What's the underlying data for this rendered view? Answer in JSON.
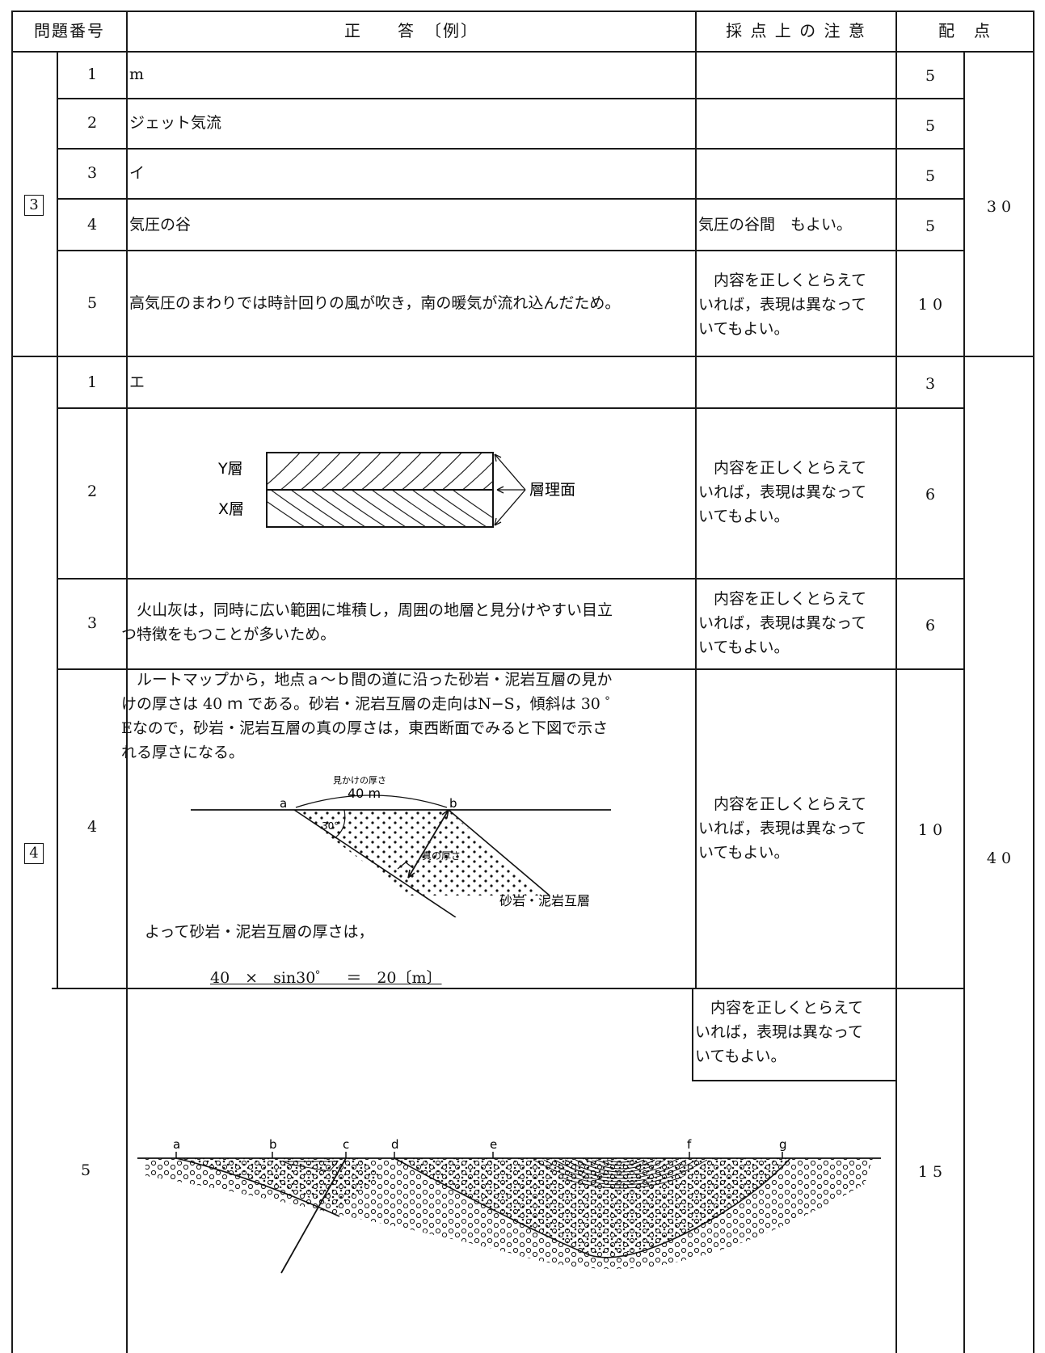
{
  "header": {
    "number": "問題番号",
    "answer": "正　　答　〔例〕",
    "notes": "採 点 上 の 注 意",
    "points": "配　点"
  },
  "section3": {
    "label": "3",
    "total": "3 0",
    "rows": [
      {
        "n": "1",
        "answer": "m",
        "note": "",
        "points": "5"
      },
      {
        "n": "2",
        "answer": "ジェット気流",
        "note": "",
        "points": "5"
      },
      {
        "n": "3",
        "answer": "イ",
        "note": "",
        "points": "5"
      },
      {
        "n": "4",
        "answer": "気圧の谷",
        "note": "気圧の谷間　もよい。",
        "points": "5"
      },
      {
        "n": "5",
        "answer": "高気圧のまわりでは時計回りの風が吹き，南の暖気が流れ込んだため。",
        "note": [
          "　内容を正しくとらえて",
          "いれば，表現は異なって",
          "いてもよい。"
        ],
        "points": "1 0"
      }
    ]
  },
  "section4": {
    "label": "4",
    "total": "4 0",
    "row1": {
      "n": "1",
      "answer": "エ",
      "points": "3"
    },
    "row2": {
      "n": "2",
      "layer_y": "Y層",
      "layer_x": "X層",
      "bedding": "層理面",
      "note": [
        "　内容を正しくとらえて",
        "いれば，表現は異なって",
        "いてもよい。"
      ],
      "points": "6"
    },
    "row3": {
      "n": "3",
      "answer": [
        "　火山灰は，同時に広い範囲に堆積し，周囲の地層と見分けやすい目立",
        "つ特徴をもつことが多いため。"
      ],
      "note": [
        "　内容を正しくとらえて",
        "いれば，表現は異なって",
        "いてもよい。"
      ],
      "points": "6"
    },
    "row4": {
      "n": "4",
      "answer": [
        "　ルートマップから，地点ａ～ｂ間の道に沿った砂岩・泥岩互層の見か",
        "けの厚さは 40 ｍ である。砂岩・泥岩互層の走向はN−S，傾斜は 30 ゜",
        "Eなので，砂岩・泥岩互層の真の厚さは，東西断面でみると下図で示さ",
        "れる厚さになる。"
      ],
      "fig_apparent": "見かけの厚さ",
      "fig_40m": "40 m",
      "fig_a": "a",
      "fig_b": "b",
      "fig_angle": "30°",
      "fig_true": "真の厚さ",
      "fig_layer": "砂岩・泥岩互層",
      "conclusion": "　よって砂岩・泥岩互層の厚さは，",
      "formula": "40　×　sin30゜　＝　20〔m〕",
      "note": [
        "　内容を正しくとらえて",
        "いれば，表現は異なって",
        "いてもよい。"
      ],
      "points": "1 0"
    },
    "row5": {
      "n": "5",
      "note": [
        "　内容を正しくとらえて",
        "いれば，表現は異なって",
        "いてもよい。"
      ],
      "points": "1 5",
      "points_labels": [
        "a",
        "b",
        "c",
        "d",
        "e",
        "f",
        "g"
      ]
    }
  }
}
